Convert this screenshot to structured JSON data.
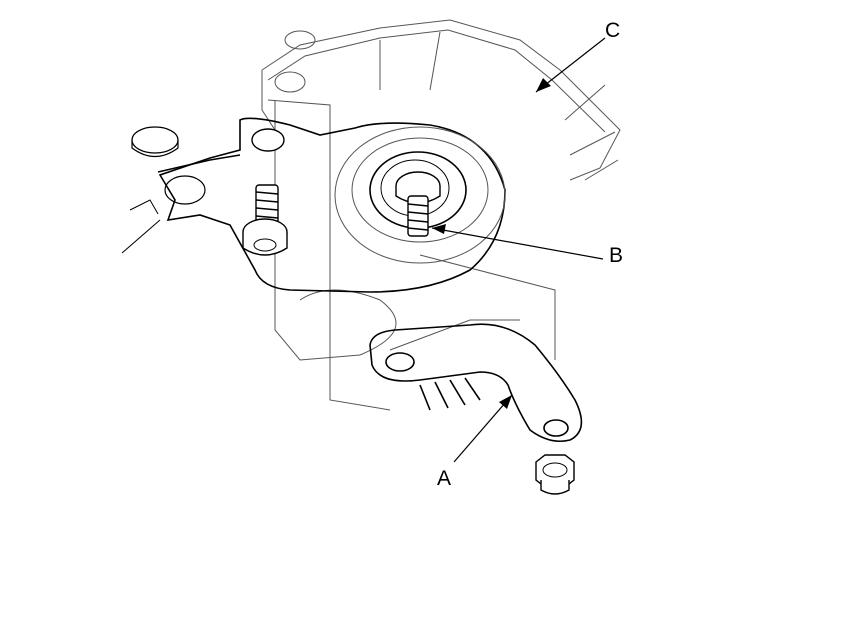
{
  "callouts": {
    "a": "A",
    "b": "B",
    "c": "C"
  },
  "colors": {
    "line": "#000000",
    "faint": "#555555",
    "background": "#ffffff"
  }
}
